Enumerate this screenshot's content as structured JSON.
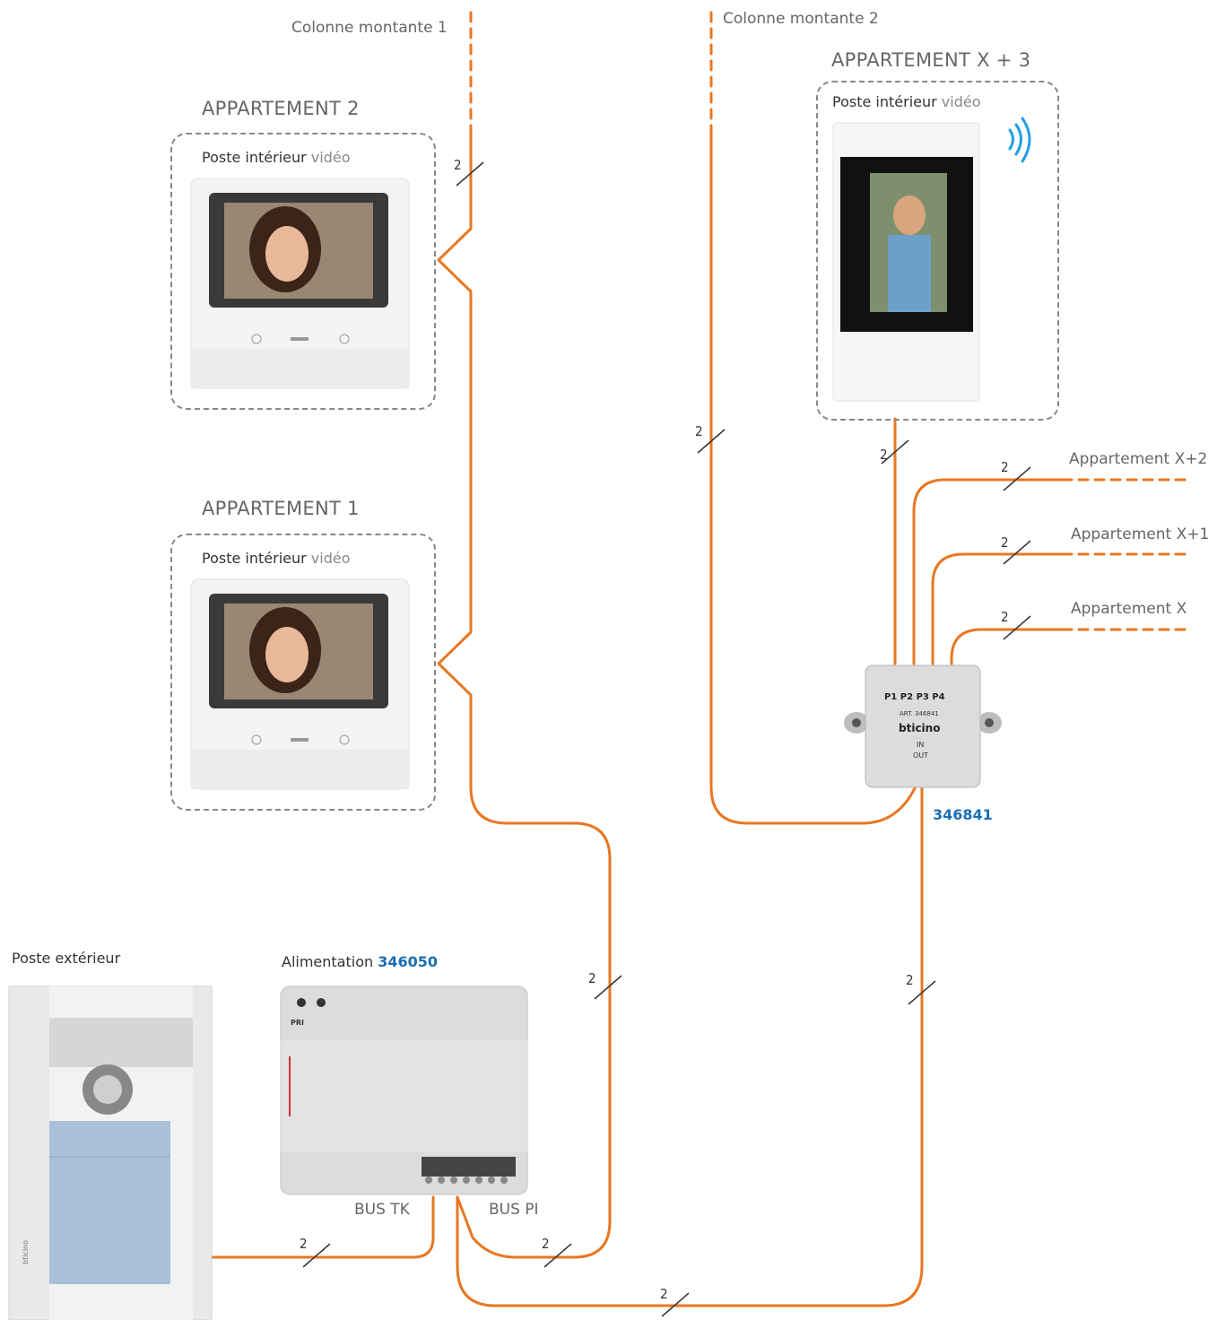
{
  "risers": {
    "riser1": "Colonne montante 1",
    "riser2": "Colonne montante 2"
  },
  "apartments": {
    "apt2": {
      "title": "APPARTEMENT 2",
      "panel_main": "Poste intérieur",
      "panel_sub": "vidéo"
    },
    "apt1": {
      "title": "APPARTEMENT 1",
      "panel_main": "Poste intérieur",
      "panel_sub": "vidéo"
    },
    "apt_x3": {
      "title": "APPARTEMENT X + 3",
      "panel_main": "Poste intérieur",
      "panel_sub": "vidéo"
    }
  },
  "branches": {
    "x2": "Appartement X+2",
    "x1": "Appartement X+1",
    "x": "Appartement X"
  },
  "distributor": {
    "code": "346841",
    "ports": [
      "P1",
      "P2",
      "P3",
      "P4"
    ],
    "art": "ART. 346841",
    "brand": "bticino",
    "in": "IN",
    "out": "OUT"
  },
  "outdoor": {
    "label": "Poste extérieur",
    "brand": "bticino"
  },
  "power": {
    "label": "Alimentation",
    "code": "346050",
    "pri": "PRI",
    "bus_tk": "BUS TK",
    "bus_pi": "BUS PI"
  },
  "wire_count": "2",
  "colors": {
    "wire": "#e87722",
    "code": "#1a6fb5",
    "wifi": "#1ea0e6",
    "dash": "#888888"
  }
}
